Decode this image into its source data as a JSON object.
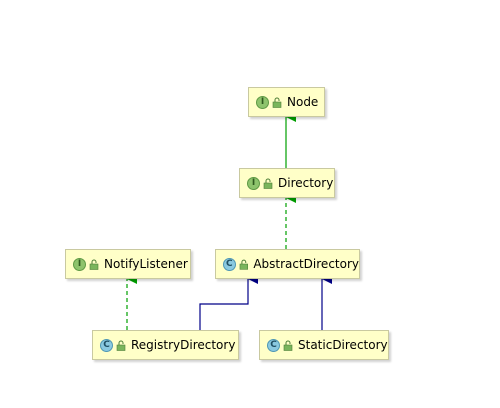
{
  "colors": {
    "node_fill": "#ffffc8",
    "node_border": "#c9c9a0",
    "interface_edge": "#00a000",
    "class_edge": "#000088",
    "interface_icon": "#8dc36c",
    "class_icon": "#8ac9e0"
  },
  "nodes": {
    "node": {
      "label": "Node",
      "icon_letter": "I",
      "icon": "interface-icon"
    },
    "directory": {
      "label": "Directory",
      "icon_letter": "I",
      "icon": "interface-icon"
    },
    "notify_listener": {
      "label": "NotifyListener",
      "icon_letter": "I",
      "icon": "interface-icon"
    },
    "abstract_directory": {
      "label": "AbstractDirectory",
      "icon_letter": "C",
      "icon": "abstract-class-icon"
    },
    "registry_directory": {
      "label": "RegistryDirectory",
      "icon_letter": "C",
      "icon": "class-icon"
    },
    "static_directory": {
      "label": "StaticDirectory",
      "icon_letter": "C",
      "icon": "class-icon"
    }
  }
}
